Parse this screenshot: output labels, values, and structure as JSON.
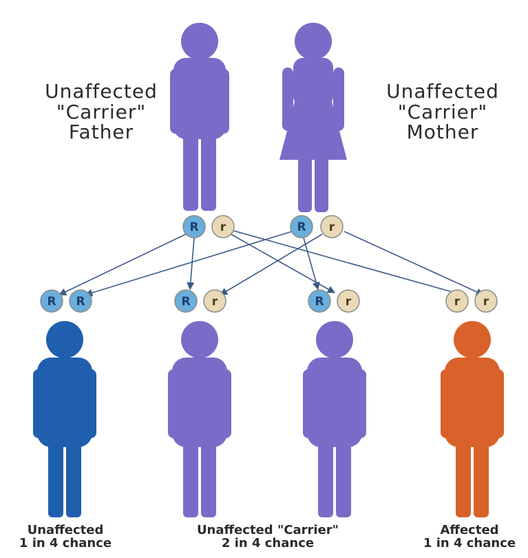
{
  "colors": {
    "carrier": "#7b6bc8",
    "unaffected": "#1f5fae",
    "affected": "#d9622a",
    "dominant_allele": "#6aaedc",
    "recessive_allele": "#ead9b5",
    "arrow": "#3a5a8a"
  },
  "alleles": {
    "dominant": "R",
    "recessive": "r"
  },
  "father": {
    "label_line1": "Unaffected",
    "label_line2": "\"Carrier\"",
    "label_line3": "Father",
    "icon": "male-figure-icon",
    "alleles": [
      "R",
      "r"
    ]
  },
  "mother": {
    "label_line1": "Unaffected",
    "label_line2": "\"Carrier\"",
    "label_line3": "Mother",
    "icon": "female-figure-icon",
    "alleles": [
      "R",
      "r"
    ]
  },
  "children": [
    {
      "status": "unaffected",
      "alleles": [
        "R",
        "R"
      ]
    },
    {
      "status": "carrier",
      "alleles": [
        "R",
        "r"
      ]
    },
    {
      "status": "carrier",
      "alleles": [
        "R",
        "r"
      ]
    },
    {
      "status": "affected",
      "alleles": [
        "r",
        "r"
      ]
    }
  ],
  "child_labels": {
    "unaffected": {
      "line1": "Unaffected",
      "line2": "1 in 4 chance"
    },
    "carrier": {
      "line1": "Unaffected \"Carrier\"",
      "line2": "2 in 4 chance"
    },
    "affected": {
      "line1": "Affected",
      "line2": "1 in 4 chance"
    }
  }
}
